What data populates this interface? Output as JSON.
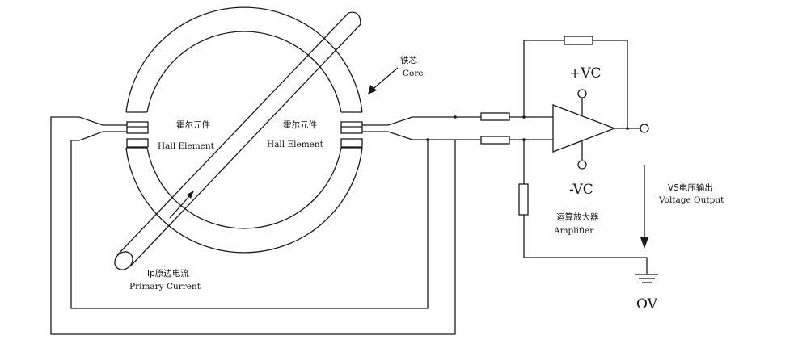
{
  "labels": {
    "core_zh": "铁芯",
    "core_en": "Core",
    "hall_left_zh": "霍尔元件",
    "hall_left_en": "Hall Element",
    "hall_right_zh": "霍尔元件",
    "hall_right_en": "Hall Element",
    "primary_zh": "Ip原边电流",
    "primary_en": "Primary Current",
    "plus_vc": "+VC",
    "minus_vc": "-VC",
    "amp_zh": "运算放大器",
    "amp_en": "Amplifier",
    "vs_zh": "VS电压输出",
    "vs_en": "Voltage Output",
    "ground": "OV"
  }
}
